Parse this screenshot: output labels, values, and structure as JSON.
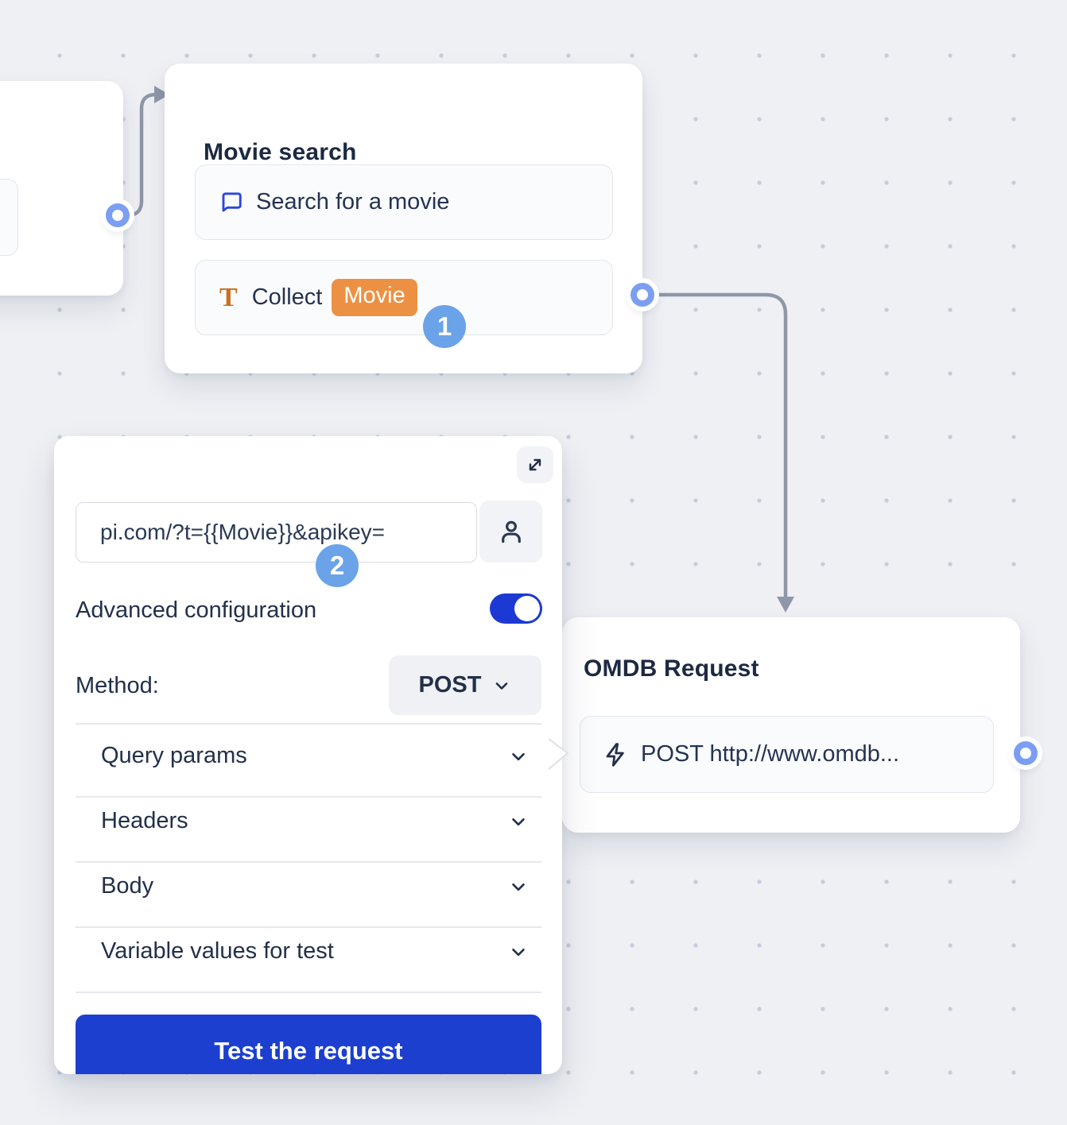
{
  "canvas": {
    "background": "#eef0f4",
    "dot_color": "#c6ccd8"
  },
  "colors": {
    "primary_blue": "#1c3fd0",
    "port_blue": "#7c9ef2",
    "badge_blue": "#6ba3e9",
    "variable_orange": "#ec9143",
    "connector_gray": "#8f97a8",
    "text_dark": "#22304a"
  },
  "movie_search_node": {
    "title": "Movie search",
    "items": [
      {
        "icon": "chat-bubble-icon",
        "label": "Search for a movie"
      },
      {
        "icon": "text-icon",
        "label": "Collect",
        "variable_chip": "Movie"
      }
    ],
    "step_badge": "1"
  },
  "webhook_panel": {
    "url_value": "pi.com/?t={{Movie}}&apikey=",
    "step_badge": "2",
    "advanced_configuration_label": "Advanced configuration",
    "advanced_configuration_on": true,
    "method_label": "Method:",
    "method_value": "POST",
    "sections": [
      {
        "label": "Query params"
      },
      {
        "label": "Headers"
      },
      {
        "label": "Body"
      },
      {
        "label": "Variable values for test"
      }
    ],
    "test_button_label": "Test the request"
  },
  "omdb_node": {
    "title": "OMDB Request",
    "item": {
      "icon": "lightning-icon",
      "label": "POST http://www.omdb..."
    }
  }
}
